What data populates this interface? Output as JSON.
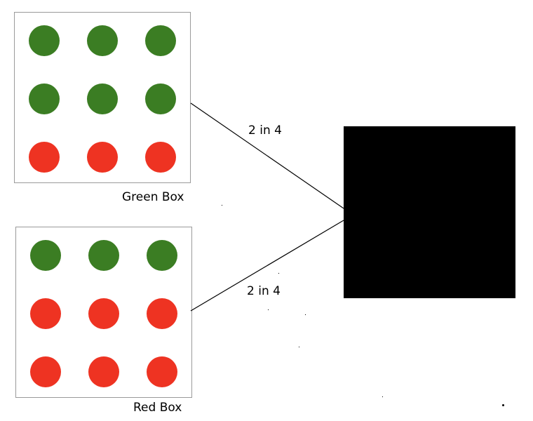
{
  "green_box": {
    "label": "Green Box",
    "rows": [
      [
        "green",
        "green",
        "green"
      ],
      [
        "green",
        "green",
        "green"
      ],
      [
        "red",
        "red",
        "red"
      ]
    ]
  },
  "red_box": {
    "label": "Red Box",
    "rows": [
      [
        "green",
        "green",
        "green"
      ],
      [
        "red",
        "red",
        "red"
      ],
      [
        "red",
        "red",
        "red"
      ]
    ]
  },
  "connectors": {
    "top_label": "2 in 4",
    "bottom_label": "2 in 4"
  },
  "colors": {
    "green": "#3b7d23",
    "red": "#ee3322",
    "black_square": "#000000",
    "line": "#000000"
  }
}
